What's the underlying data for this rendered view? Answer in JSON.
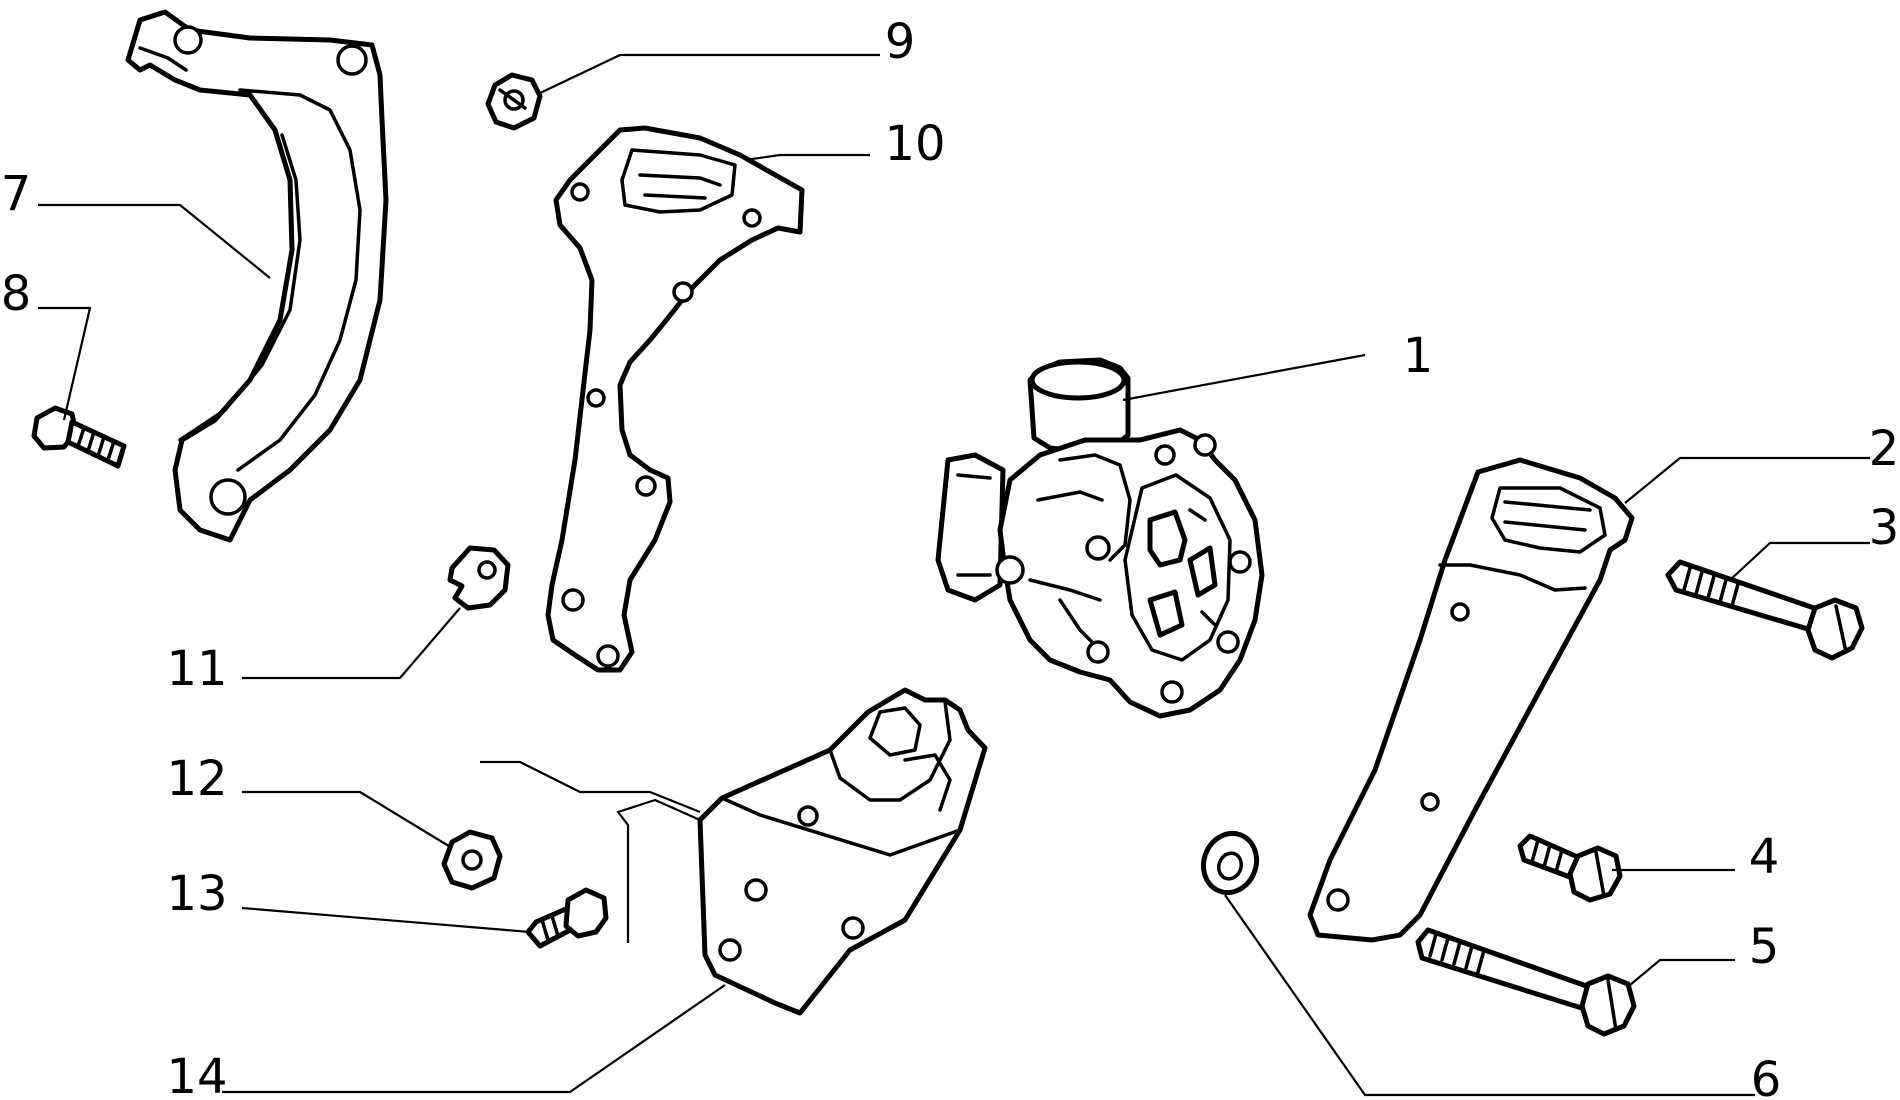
{
  "callouts": [
    "1",
    "2",
    "3",
    "4",
    "5",
    "6",
    "7",
    "8",
    "9",
    "10",
    "11",
    "12",
    "13",
    "14"
  ],
  "colors": {
    "ink": "#000000",
    "paper": "#ffffff"
  }
}
